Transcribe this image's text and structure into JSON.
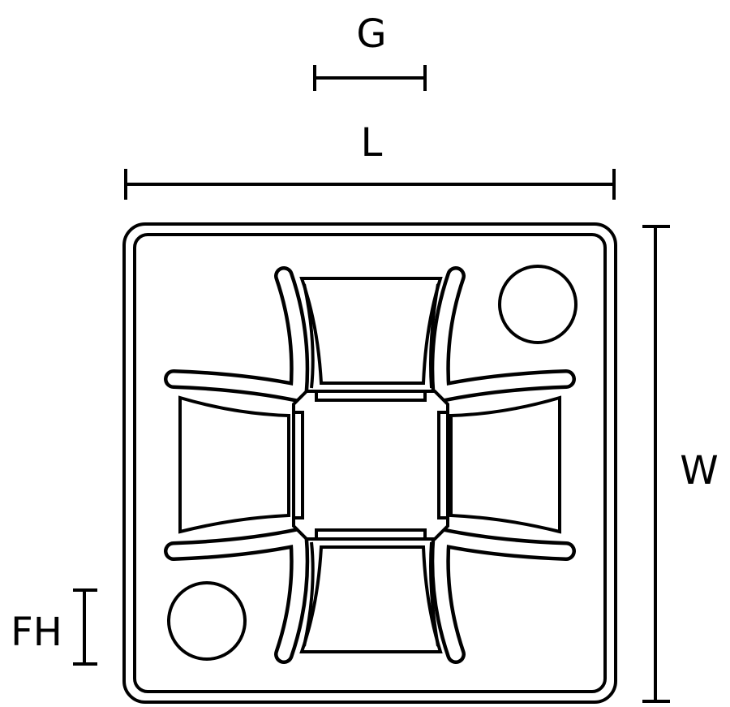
{
  "diagram": {
    "dimensions": {
      "gap": "G",
      "length": "L",
      "width": "W",
      "flange_height": "FH"
    },
    "colors": {
      "line": "#000000",
      "background": "#ffffff"
    }
  }
}
